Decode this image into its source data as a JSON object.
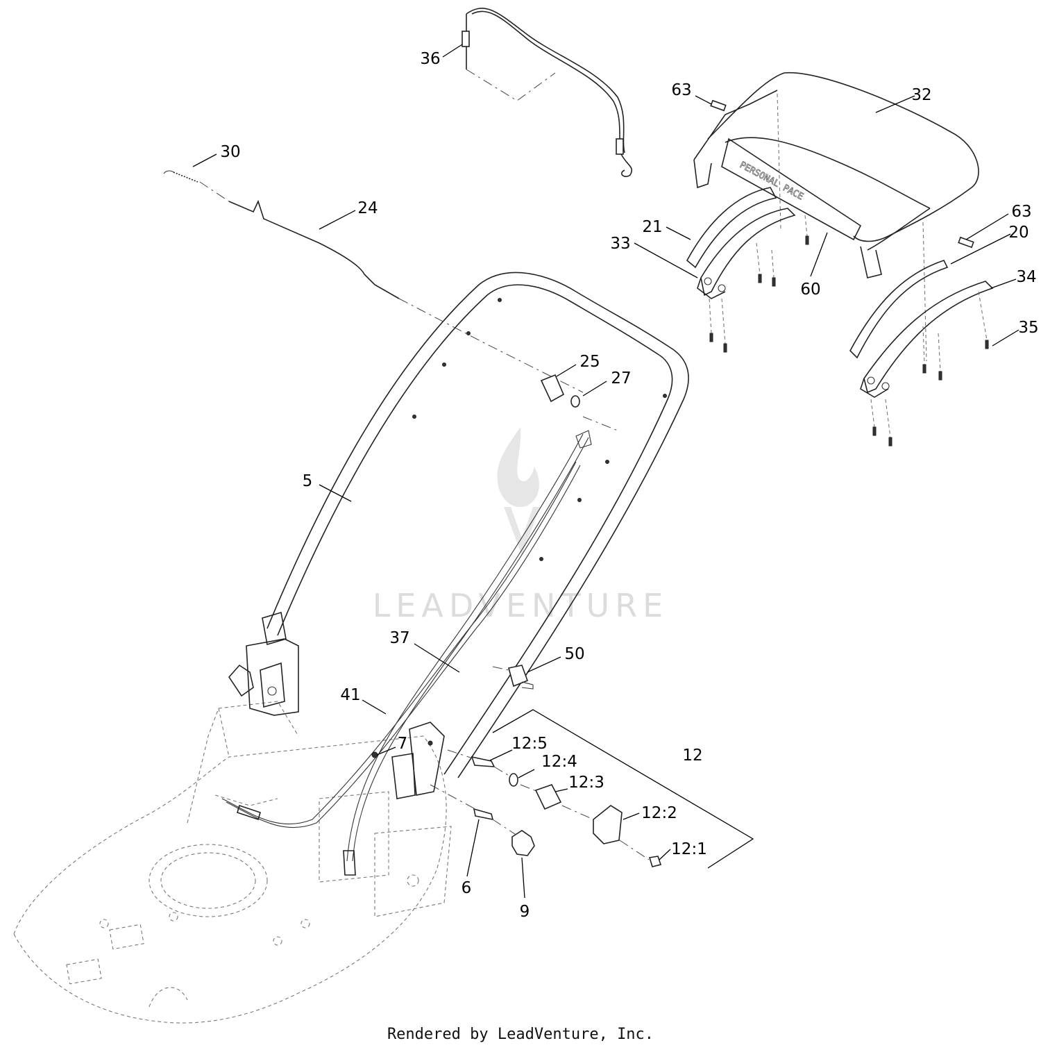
{
  "diagram": {
    "callouts": [
      {
        "id": "36",
        "text": "36"
      },
      {
        "id": "63a",
        "text": "63"
      },
      {
        "id": "32",
        "text": "32"
      },
      {
        "id": "30",
        "text": "30"
      },
      {
        "id": "24",
        "text": "24"
      },
      {
        "id": "21",
        "text": "21"
      },
      {
        "id": "33",
        "text": "33"
      },
      {
        "id": "60",
        "text": "60"
      },
      {
        "id": "63b",
        "text": "63"
      },
      {
        "id": "20",
        "text": "20"
      },
      {
        "id": "34",
        "text": "34"
      },
      {
        "id": "35",
        "text": "35"
      },
      {
        "id": "25",
        "text": "25"
      },
      {
        "id": "27",
        "text": "27"
      },
      {
        "id": "5",
        "text": "5"
      },
      {
        "id": "37",
        "text": "37"
      },
      {
        "id": "50",
        "text": "50"
      },
      {
        "id": "41",
        "text": "41"
      },
      {
        "id": "7",
        "text": "7"
      },
      {
        "id": "12",
        "text": "12"
      },
      {
        "id": "12_5",
        "text": "12:5"
      },
      {
        "id": "12_4",
        "text": "12:4"
      },
      {
        "id": "12_3",
        "text": "12:3"
      },
      {
        "id": "12_2",
        "text": "12:2"
      },
      {
        "id": "12_1",
        "text": "12:1"
      },
      {
        "id": "6",
        "text": "6"
      },
      {
        "id": "9",
        "text": "9"
      }
    ]
  },
  "watermark": {
    "text": "LEADVENTURE"
  },
  "footer": {
    "credit": "Rendered by LeadVenture, Inc."
  },
  "colors": {
    "line": "#222222",
    "watermark": "#dcdcdc",
    "background": "#ffffff"
  }
}
